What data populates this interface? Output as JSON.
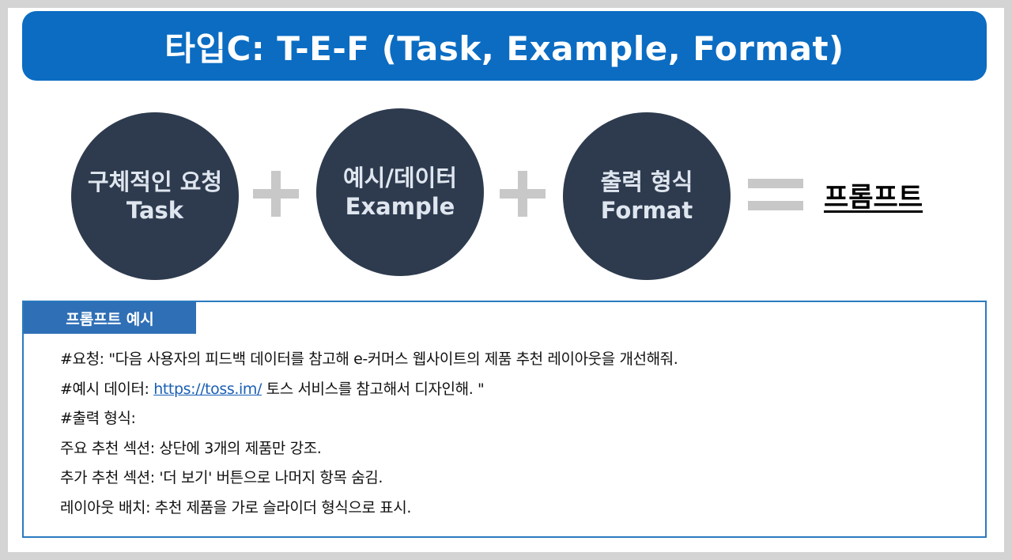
{
  "title": "타입C: T-E-F (Task, Example, Format)",
  "formula": {
    "items": [
      {
        "korean": "구체적인 요청",
        "english": "Task"
      },
      {
        "korean": "예시/데이터",
        "english": "Example"
      },
      {
        "korean": "출력 형식",
        "english": "Format"
      }
    ],
    "result": "프롬프트"
  },
  "example": {
    "tab_label": "프롬프트 예시",
    "lines": [
      {
        "text": "#요청: \"다음 사용자의 피드백 데이터를 참고해 e-커머스 웹사이트의 제품 추천 레이아웃을 개선해줘."
      },
      {
        "prefix": "#예시 데이터: ",
        "link": "https://toss.im/",
        "suffix": " 토스 서비스를 참고해서 디자인해. \""
      },
      {
        "text": "#출력 형식:"
      },
      {
        "text": "주요 추천 섹션: 상단에 3개의 제품만 강조."
      },
      {
        "text": "추가 추천 섹션: '더 보기' 버튼으로 나머지 항목 숨김."
      },
      {
        "text": "레이아웃 배치: 추천 제품을 가로 슬라이더 형식으로 표시."
      }
    ]
  },
  "colors": {
    "banner": "#0b6cc2",
    "circle": "#2e3b4e",
    "operator": "#c8c8c8",
    "tab": "#2f6fb6",
    "link": "#1a5fb4"
  }
}
